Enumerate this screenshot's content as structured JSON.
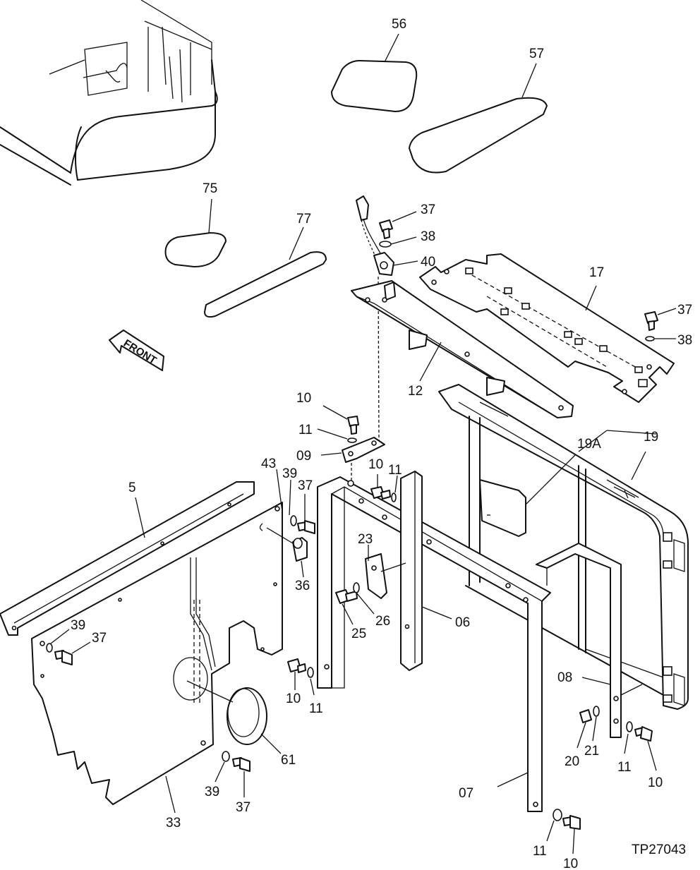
{
  "drawing": {
    "reference": "TP27043",
    "front_tag": "FRONT"
  },
  "parts": {
    "p56": "56",
    "p57": "57",
    "p75": "75",
    "p77": "77",
    "p37": "37",
    "p38": "38",
    "p40": "40",
    "p17": "17",
    "p12": "12",
    "p10": "10",
    "p11": "11",
    "p09": "09",
    "p19": "19",
    "p19a": "19A",
    "p5": "5",
    "p43": "43",
    "p39": "39",
    "p36": "36",
    "p23": "23",
    "p25": "25",
    "p26": "26",
    "p06": "06",
    "p08": "08",
    "p20": "20",
    "p21": "21",
    "p07": "07",
    "p61": "61",
    "p33": "33"
  }
}
